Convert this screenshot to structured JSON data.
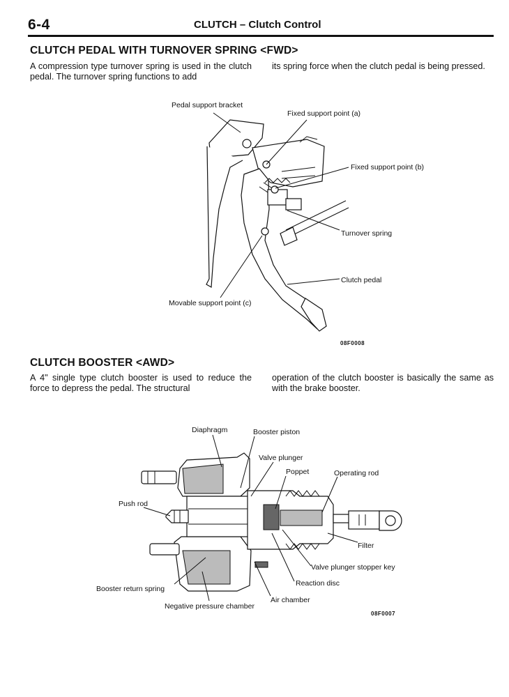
{
  "header": {
    "page_number": "6-4",
    "running_head": "CLUTCH – Clutch Control"
  },
  "section1": {
    "title": "CLUTCH PEDAL WITH TURNOVER SPRING <FWD>",
    "para_left": "A compression type turnover spring is used in the clutch pedal. The turnover spring functions to add",
    "para_right": "its spring force when the clutch pedal is being pressed.",
    "figure": {
      "labels": {
        "pedal_support_bracket": "Pedal support bracket",
        "fixed_support_point_a": "Fixed support point (a)",
        "fixed_support_point_b": "Fixed support point (b)",
        "turnover_spring": "Turnover spring",
        "clutch_pedal": "Clutch pedal",
        "movable_support_point_c": "Movable support point (c)"
      },
      "code": "08F0008"
    }
  },
  "section2": {
    "title": "CLUTCH BOOSTER <AWD>",
    "para_left": "A 4\" single type clutch booster is used to reduce the force to depress the pedal. The structural",
    "para_right": "operation of the clutch booster is basically the same as with the brake booster.",
    "figure": {
      "labels": {
        "diaphragm": "Diaphragm",
        "booster_piston": "Booster piston",
        "valve_plunger": "Valve plunger",
        "poppet": "Poppet",
        "operating_rod": "Operating rod",
        "push_rod": "Push rod",
        "filter": "Filter",
        "valve_plunger_stopper_key": "Valve plunger stopper key",
        "reaction_disc": "Reaction disc",
        "booster_return_spring": "Booster return spring",
        "air_chamber": "Air chamber",
        "negative_pressure_chamber": "Negative pressure chamber"
      },
      "code": "08F0007"
    }
  }
}
